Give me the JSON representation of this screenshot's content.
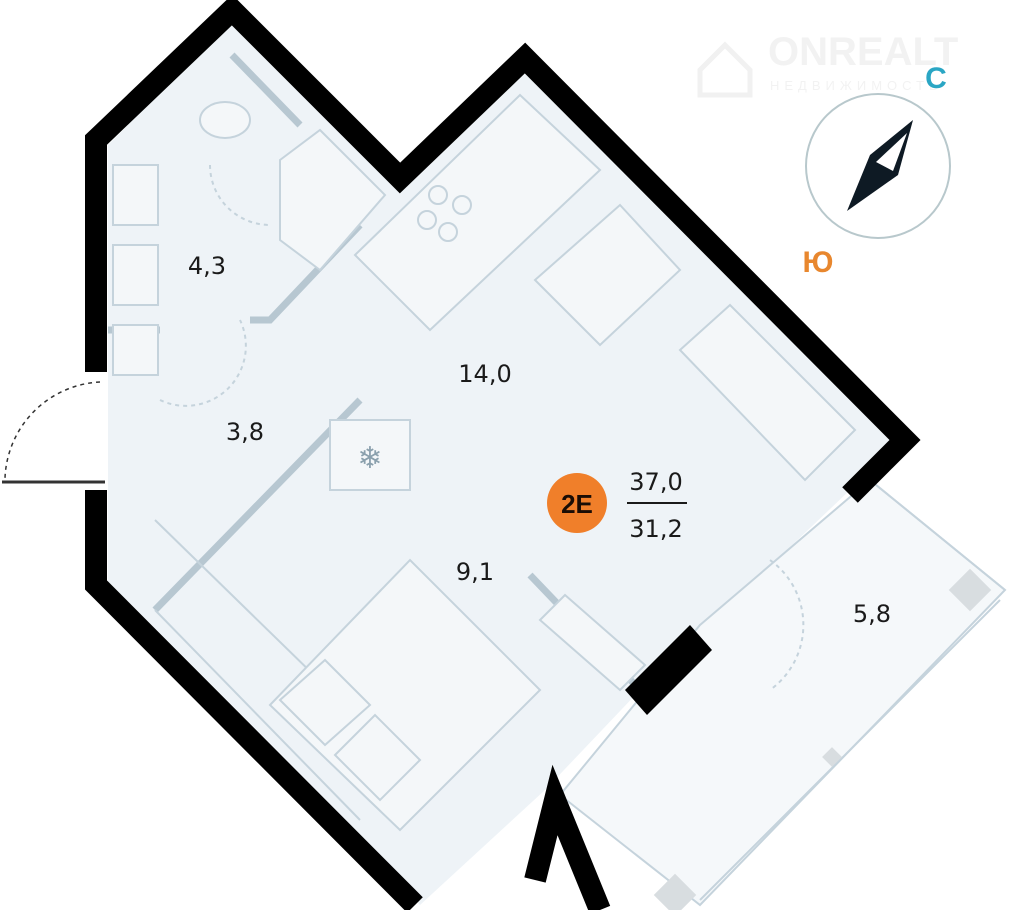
{
  "watermark": {
    "brand": "ONREALT",
    "subtitle": "НЕДВИЖИМОСТЬ"
  },
  "compass": {
    "north_label": "С",
    "south_label": "Ю",
    "north_color": "#2aa6c4",
    "south_color": "#e8872e",
    "icon": "compass-needle-icon"
  },
  "apartment": {
    "code": "2E",
    "total_area": "37,0",
    "living_area": "31,2",
    "badge_color": "#f07f2a"
  },
  "rooms": {
    "bathroom": "4,3",
    "hallway": "3,8",
    "kitchen_living": "14,0",
    "bedroom": "9,1",
    "balcony": "5,8"
  }
}
